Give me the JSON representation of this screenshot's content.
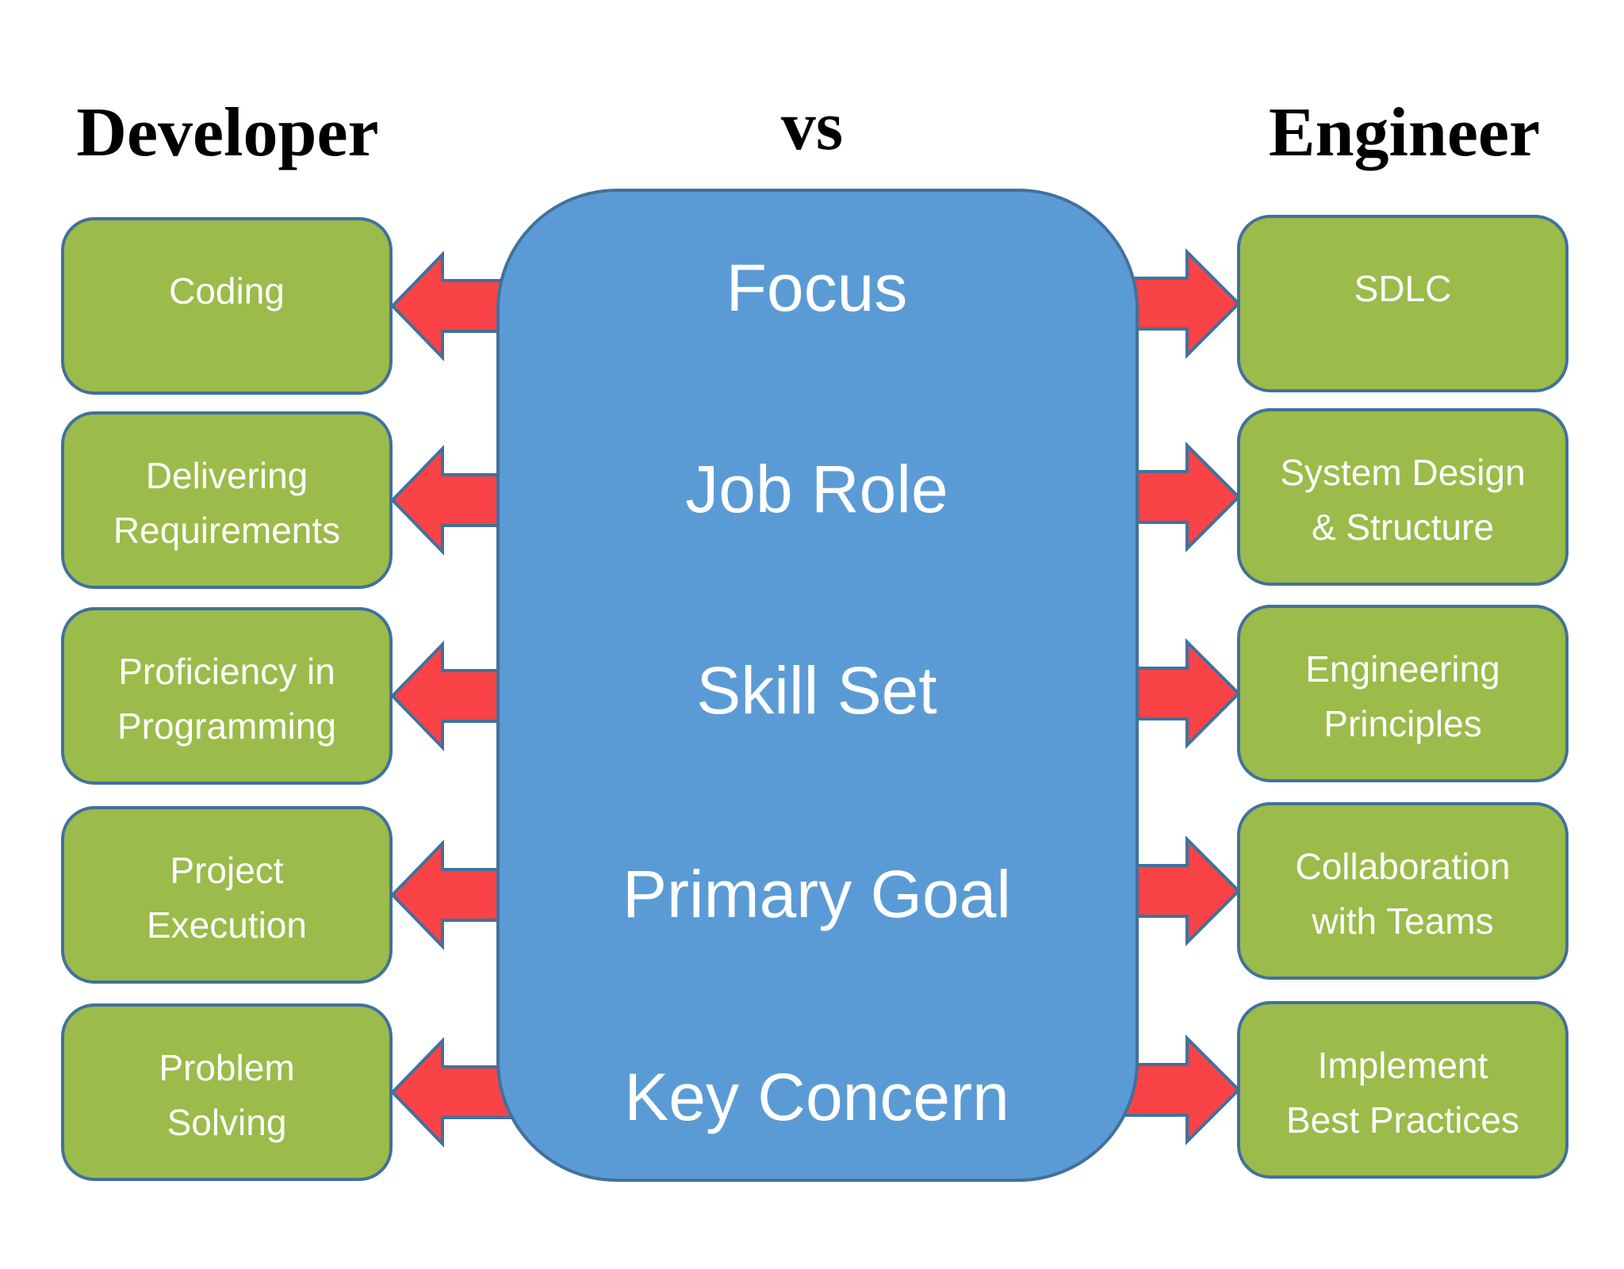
{
  "titles": {
    "left": "Developer",
    "middle": "vs",
    "right": "Engineer"
  },
  "categories": [
    "Focus",
    "Job Role",
    "Skill Set",
    "Primary Goal",
    "Key Concern"
  ],
  "developer": [
    [
      "Coding"
    ],
    [
      "Delivering",
      "Requirements"
    ],
    [
      "Proficiency in",
      "Programming"
    ],
    [
      "Project",
      "Execution"
    ],
    [
      "Problem",
      "Solving"
    ]
  ],
  "engineer": [
    [
      "SDLC"
    ],
    [
      "System Design",
      "& Structure"
    ],
    [
      "Engineering",
      "Principles"
    ],
    [
      "Collaboration",
      "with Teams"
    ],
    [
      "Implement",
      "Best Practices"
    ]
  ],
  "colors": {
    "box": "#9bbb4a",
    "core": "#5b9bd5",
    "arrow": "#f94346",
    "outline": "#41719c"
  }
}
